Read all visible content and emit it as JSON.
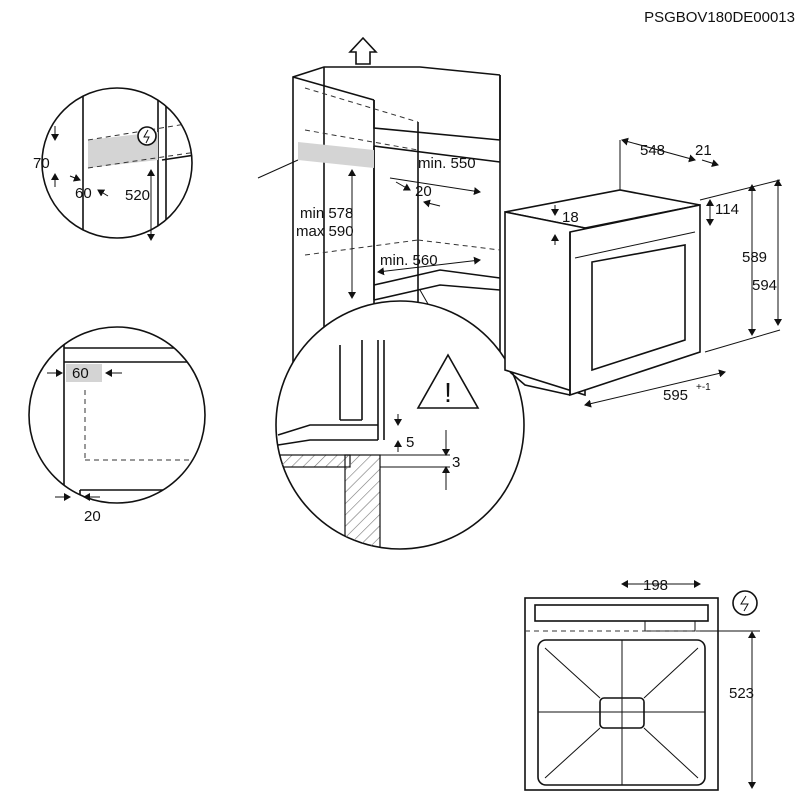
{
  "doc_code": "PSGBOV180DE00013",
  "column_cabinet": {
    "height_label_min": "min 578",
    "height_label_max": "max 590",
    "width_top_label": "min. 550",
    "depth_label": "min. 560",
    "gap_label": "20"
  },
  "detail_top_left": {
    "dim_70": "70",
    "dim_60": "60",
    "dim_520": "520"
  },
  "detail_mid_left": {
    "dim_60": "60",
    "dim_20": "20"
  },
  "detail_center": {
    "dim_5": "5",
    "dim_3": "3"
  },
  "oven": {
    "depth_label": "548",
    "door_label": "21",
    "top_offset_label": "18",
    "panel_label": "114",
    "height_inner_label": "589",
    "height_outer_label": "594",
    "width_label": "595",
    "width_tolerance": "+-1"
  },
  "front_view": {
    "cable_offset_label": "198",
    "cable_height_label": "523"
  },
  "icons": [
    "electric-warning-icon",
    "caution-triangle-icon",
    "up-arrow-icon"
  ]
}
